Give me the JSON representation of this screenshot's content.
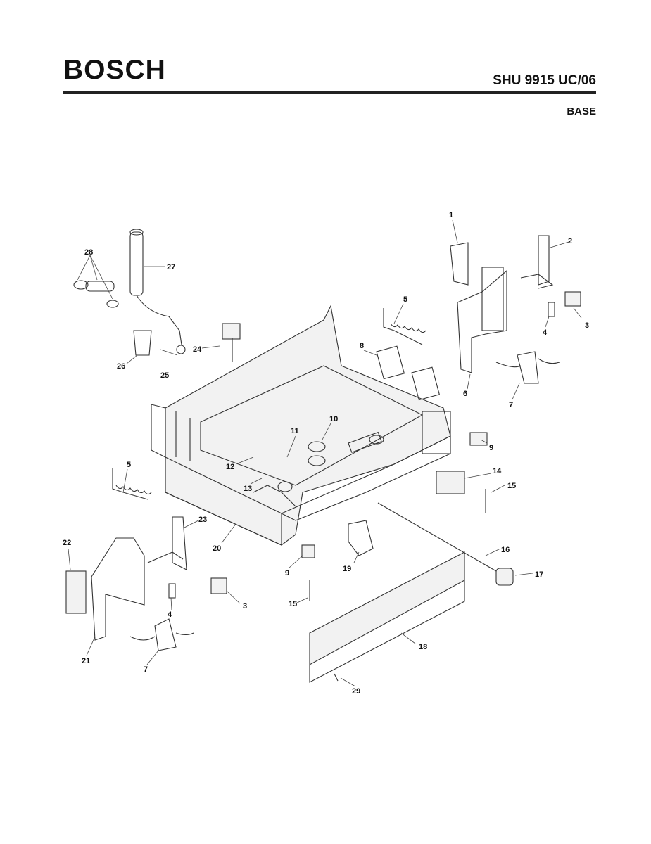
{
  "header": {
    "brand": "BOSCH",
    "model": "SHU 9915 UC/06",
    "section": "BASE"
  },
  "callouts": [
    "1",
    "2",
    "3",
    "4",
    "5",
    "6",
    "7",
    "8",
    "9",
    "10",
    "11",
    "12",
    "13",
    "14",
    "15",
    "16",
    "17",
    "18",
    "19",
    "20",
    "21",
    "22",
    "23",
    "24",
    "25",
    "26",
    "27",
    "28",
    "29"
  ]
}
